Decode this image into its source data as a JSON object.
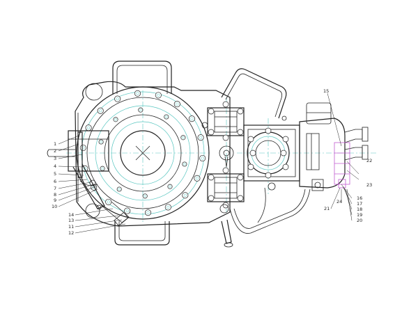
{
  "diagram": {
    "type": "mechanical-assembly-drawing",
    "line_color": "#222222",
    "centerline_color": "#58c6c0",
    "highlight_color": "#c25bd1",
    "background": "#ffffff"
  },
  "part_labels": {
    "l1": "1",
    "l2": "2",
    "l3": "3",
    "l4": "4",
    "l5": "5",
    "l6": "6",
    "l7": "7",
    "l8": "8",
    "l9": "9",
    "l10": "10",
    "l11": "11",
    "l12": "12",
    "l13": "13",
    "l14": "14",
    "l15": "15",
    "l16": "16",
    "l17": "17",
    "l18": "18",
    "l19": "19",
    "l20": "20",
    "l21": "21",
    "l22": "22",
    "l23": "23",
    "l24": "24"
  }
}
